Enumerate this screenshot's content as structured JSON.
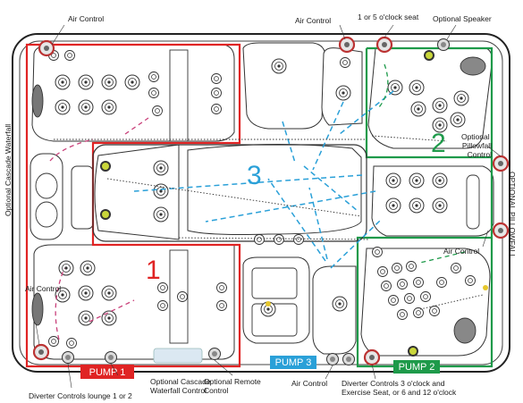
{
  "labels": {
    "air_control_top_left": "Air Control",
    "air_control_top_mid": "Air Control",
    "seat_1_5": "1 or 5 o'clock seat",
    "optional_speaker": "Optional Speaker",
    "cascade_waterfall_side": "Optional Cascade Waterfall",
    "pillowfall_control": "Optional Pillowfall Control",
    "optional_pillowfall_side": "OPTIONAL PILLOWFALL",
    "air_control_right": "Air Control",
    "air_control_bottom_left": "Air Control",
    "diverter_lounge": "Diverter Controls lounge 1 or 2",
    "cascade_control": "Optional Cascade Waterfall Control",
    "remote_control": "Optional Remote Control",
    "air_control_bottom_mid": "Air Control",
    "diverter_clock": "Diverter Controls 3 o'clock and Exercise Seat, or 6 and 12 o'clock"
  },
  "zones": [
    {
      "number": "1",
      "color": "#e02424"
    },
    {
      "number": "2",
      "color": "#1e9a4a"
    },
    {
      "number": "3",
      "color": "#2aa0d8"
    }
  ],
  "pumps": [
    {
      "label": "PUMP  1",
      "color": "#e02424"
    },
    {
      "label": "PUMP  3",
      "color": "#2aa0d8"
    },
    {
      "label": "PUMP  2",
      "color": "#1e9a4a"
    }
  ]
}
